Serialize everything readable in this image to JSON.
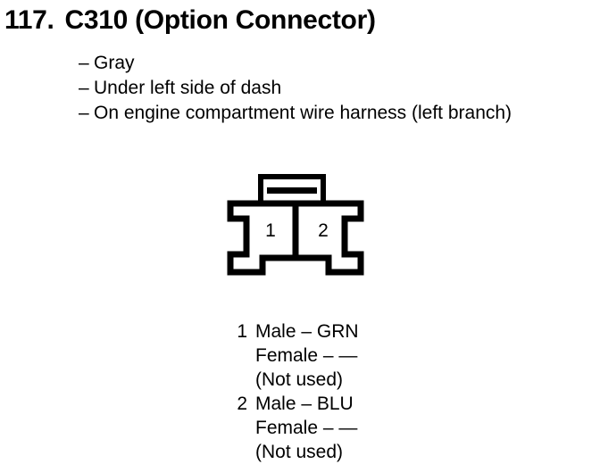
{
  "heading": {
    "number": "117.",
    "title": "C310 (Option Connector)"
  },
  "bullets": [
    {
      "dash": "–",
      "text": "Gray"
    },
    {
      "dash": "–",
      "text": "Under left side of dash"
    },
    {
      "dash": "–",
      "text": "On engine compartment wire harness (left branch)"
    }
  ],
  "connector": {
    "cavity_labels": [
      "1",
      "2"
    ],
    "stroke_color": "#000000",
    "fill_color": "#ffffff"
  },
  "legend": {
    "pins": [
      {
        "index": "1",
        "lines": [
          "Male – GRN",
          "Female – —",
          "(Not used)"
        ]
      },
      {
        "index": "2",
        "lines": [
          "Male – BLU",
          "Female – —",
          "(Not used)"
        ]
      }
    ]
  }
}
